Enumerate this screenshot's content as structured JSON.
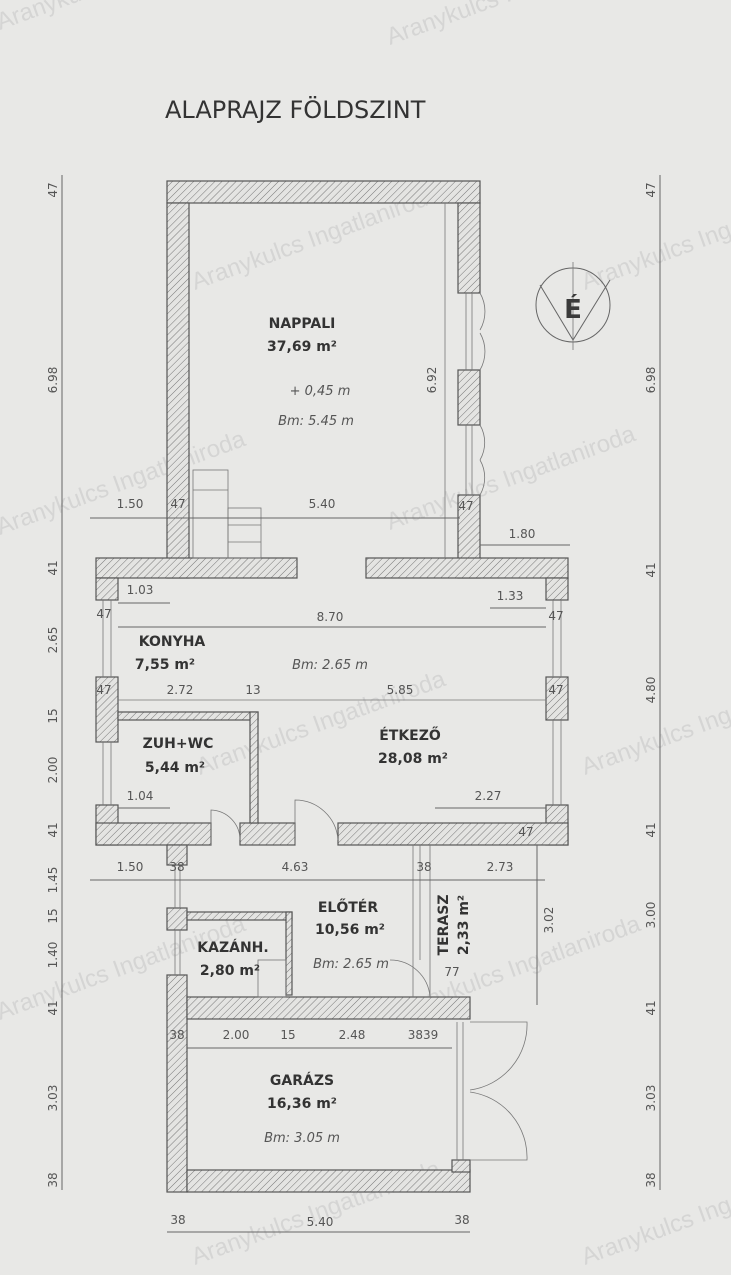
{
  "title": "ALAPRAJZ FÖLDSZINT",
  "north_label": "É",
  "watermark": "Aranykulcs Ingatlaniroda",
  "rooms": {
    "nappali": {
      "name": "NAPPALI",
      "area": "37,69 m²",
      "level": "+ 0,45 m",
      "height": "Bm: 5.45 m"
    },
    "konyha": {
      "name": "KONYHA",
      "area": "7,55 m²",
      "height": "Bm: 2.65 m"
    },
    "etkezo": {
      "name": "ÉTKEZŐ",
      "area": "28,08 m²"
    },
    "zuhwc": {
      "name": "ZUH+WC",
      "area": "5,44 m²"
    },
    "eloter": {
      "name": "ELŐTÉR",
      "area": "10,56 m²",
      "height": "Bm: 2.65 m"
    },
    "kazanh": {
      "name": "KAZÁNH.",
      "area": "2,80 m²"
    },
    "terasz": {
      "name": "TERASZ",
      "area": "2,33 m²"
    },
    "garazs": {
      "name": "GARÁZS",
      "area": "16,36 m²",
      "height": "Bm: 3.05 m"
    }
  },
  "dims": {
    "left": [
      "47",
      "6.98",
      "41",
      "2.65",
      "15",
      "2.00",
      "41",
      "1.45",
      "15",
      "1.40",
      "41",
      "3.03",
      "38"
    ],
    "right": [
      "47",
      "6.98",
      "41",
      "4.80",
      "41",
      "3.00",
      "41",
      "3.03",
      "38"
    ],
    "inner": [
      "1.50",
      "47",
      "5.40",
      "47",
      "1.80",
      "1.03",
      "8.70",
      "1.33",
      "47",
      "47",
      "47",
      "2.72",
      "13",
      "5.85",
      "47",
      "1.04",
      "2.27",
      "47",
      "1.50",
      "38",
      "4.63",
      "38",
      "2.73",
      "3.02",
      "77",
      "38",
      "2.00",
      "15",
      "2.48",
      "3839",
      "6.92"
    ],
    "bottom": [
      "38",
      "5.40",
      "38"
    ]
  }
}
